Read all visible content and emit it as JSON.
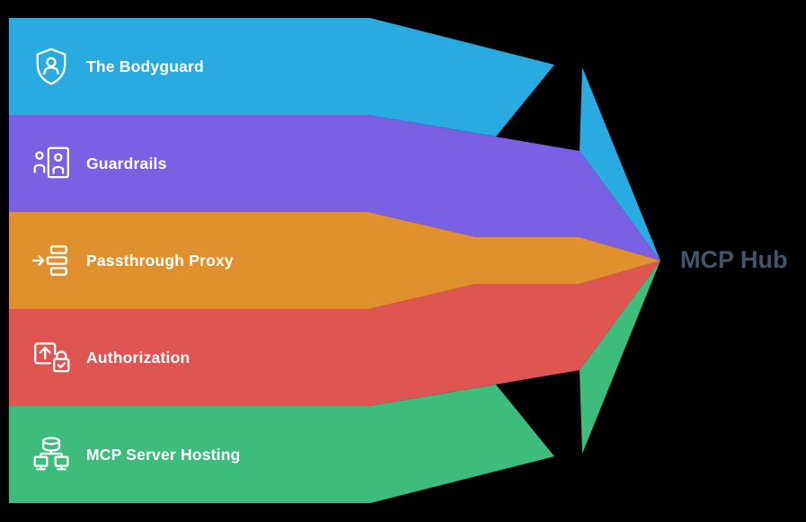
{
  "diagram": {
    "background_color": "#000000",
    "text_color": "#FFFFFF",
    "hub": {
      "label": "MCP Hub",
      "label_color": "#44546A"
    },
    "bands": [
      {
        "label": "The Bodyguard",
        "color": "#29ABE2",
        "icon": "bodyguard-shield-icon"
      },
      {
        "label": "Guardrails",
        "color": "#7A61E4",
        "icon": "guardrails-scanner-icon"
      },
      {
        "label": "Passthrough Proxy",
        "color": "#E0912E",
        "icon": "passthrough-proxy-icon"
      },
      {
        "label": "Authorization",
        "color": "#DE5552",
        "icon": "authorization-lock-icon"
      },
      {
        "label": "MCP Server Hosting",
        "color": "#3EBC7C",
        "icon": "server-hosting-icon"
      }
    ]
  }
}
